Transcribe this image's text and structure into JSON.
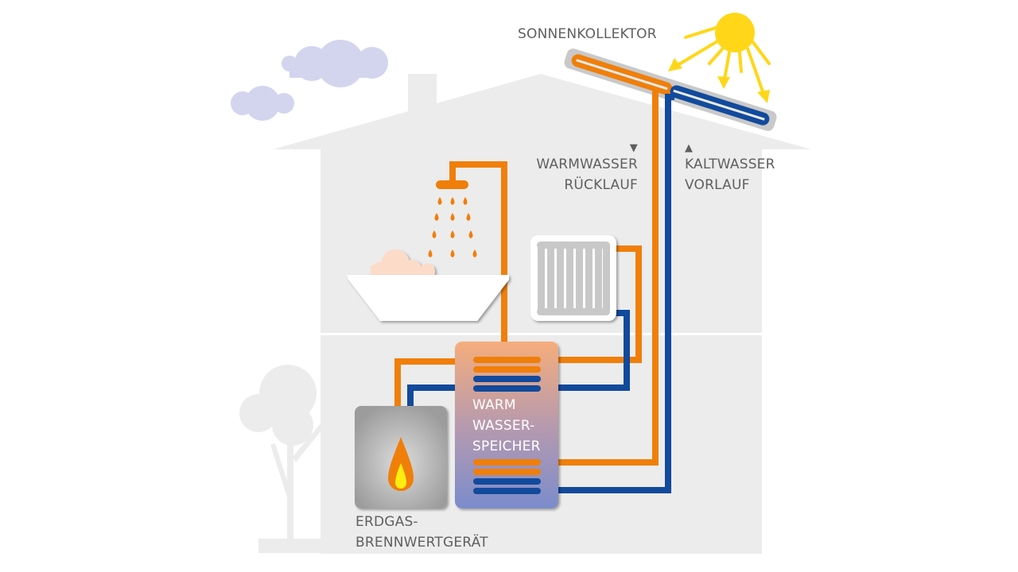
{
  "title": "Solarthermie mit Erdgas-Brennwertgerät",
  "labels": {
    "collector": "SONNENKOLLEKTOR",
    "warm_return_line1": "WARMWASSER",
    "warm_return_line2": "RÜCKLAUF",
    "cold_supply_line1": "KALTWASSER",
    "cold_supply_line2": "VORLAUF",
    "tank_line1": "WARM",
    "tank_line2": "WASSER-",
    "tank_line3": "SPEICHER",
    "boiler_line1": "ERDGAS-",
    "boiler_line2": "BRENNWERTGERÄT"
  },
  "flow_arrows": {
    "warm_return": "▼",
    "cold_supply": "▲"
  },
  "colors": {
    "hot_pipe": "#f07f0a",
    "cold_pipe": "#124a9c",
    "house": "#ececec",
    "cloud": "#d3d5ee",
    "sun": "#ffd718",
    "collector_frame": "#c9c9c9",
    "boiler": "#a8a8a8",
    "tank_top": "#f5ad7c",
    "tank_bottom": "#7b8ccc",
    "text": "#5f5f5f"
  },
  "icons": [
    "sun-icon",
    "cloud-icon",
    "solar-collector-icon",
    "shower-icon",
    "bathtub-icon",
    "radiator-icon",
    "flame-icon",
    "tree-icon",
    "house-icon"
  ]
}
